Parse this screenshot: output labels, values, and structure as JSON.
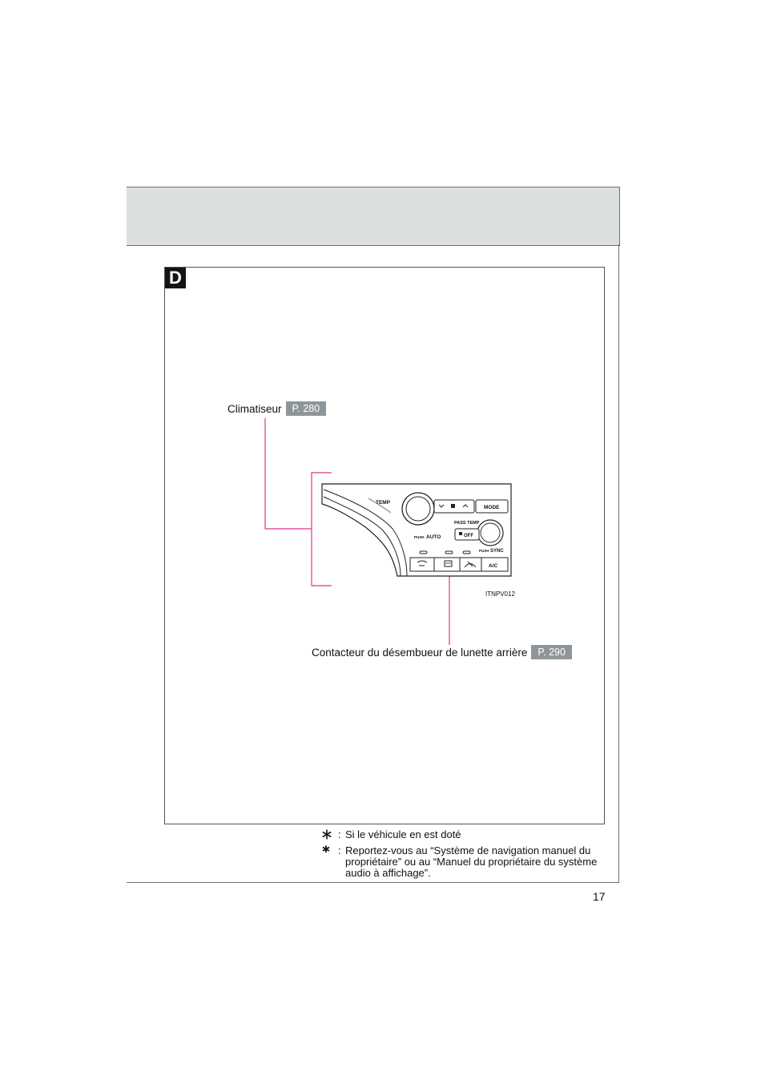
{
  "section": {
    "letter": "D"
  },
  "callouts": {
    "air_conditioner": {
      "label": "Climatiseur",
      "page_ref": "P. 280"
    },
    "rear_defogger": {
      "label": "Contacteur du désembueur de lunette arrière",
      "page_ref": "P. 290"
    }
  },
  "panel": {
    "temp": "TEMP",
    "mode": "MODE",
    "pass_temp": "PASS TEMP",
    "push_left": "PUSH",
    "auto": "AUTO",
    "off": "OFF",
    "push_right": "PUSH",
    "sync": "SYNC",
    "ac": "A/C",
    "image_code": "ITNPV012"
  },
  "footnotes": [
    {
      "colon": ":",
      "text": "Si le véhicule en est doté"
    },
    {
      "colon": ":",
      "text": "Reportez-vous au “Système de navigation manuel du propriétaire” ou au “Manuel du propriétaire du système audio à affichage”."
    }
  ],
  "page": {
    "number": "17"
  },
  "colors": {
    "leader": "#e0338c",
    "page_ref_bg": "#8f969a",
    "header_band": "#dcdfdf"
  }
}
